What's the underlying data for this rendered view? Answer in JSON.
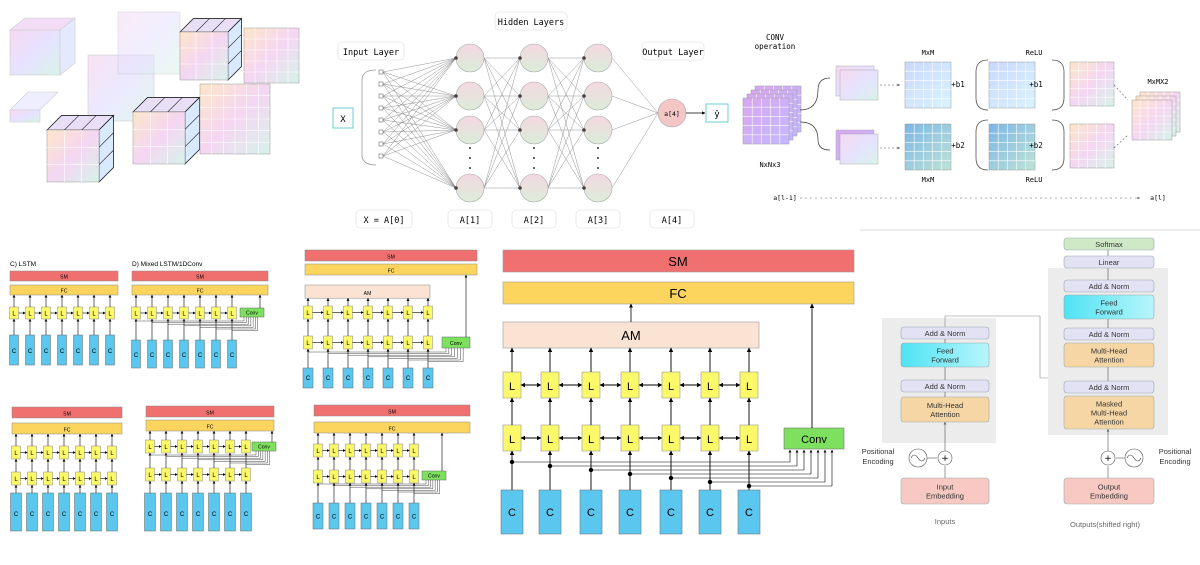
{
  "neural_net": {
    "input_layer": "Input Layer",
    "hidden_layers": "Hidden Layers",
    "output_layer": "Output Layer",
    "x_node": "X",
    "yhat_node": "ŷ",
    "x_eq": "X = A[0]",
    "a1": "A[1]",
    "a2": "A[2]",
    "a3": "A[3]",
    "a4": "A[4]",
    "out_node": "a[4]"
  },
  "conv": {
    "title_l1": "CONV",
    "title_l2": "operation",
    "mxm_top": "MxM",
    "mxm_bot": "MxM",
    "relu_top": "ReLU",
    "relu_bot": "ReLU",
    "b1a": "+b1",
    "b1b": "+b1",
    "b2a": "+b2",
    "b2b": "+b2",
    "mxmx2": "MxMX2",
    "nxnx3": "NxNx3",
    "al_prev": "a[l-1]",
    "al": "a[l]"
  },
  "lstm_small": {
    "c_title": "C) LSTM",
    "d_title": "D) Mixed LSTM/1DConv",
    "sm": "SM",
    "fc": "FC",
    "am": "AM",
    "l": "L",
    "c": "C",
    "conv": "Conv"
  },
  "lstm_big": {
    "sm": "SM",
    "fc": "FC",
    "am": "AM",
    "l": "L",
    "c": "C",
    "conv": "Conv"
  },
  "transformer": {
    "softmax": "Softmax",
    "linear": "Linear",
    "add_norm": "Add & Norm",
    "ff_l1": "Feed",
    "ff_l2": "Forward",
    "mha_l1": "Multi-Head",
    "mha_l2": "Attention",
    "mmha_l1": "Masked",
    "mmha_l2": "Multi-Head",
    "mmha_l3": "Attention",
    "pos_l1": "Positional",
    "pos_l2": "Encoding",
    "in_emb_l1": "Input",
    "in_emb_l2": "Embedding",
    "out_emb_l1": "Output",
    "out_emb_l2": "Embedding",
    "inputs": "Inputs",
    "outputs": "Outputs(shifted right)"
  }
}
